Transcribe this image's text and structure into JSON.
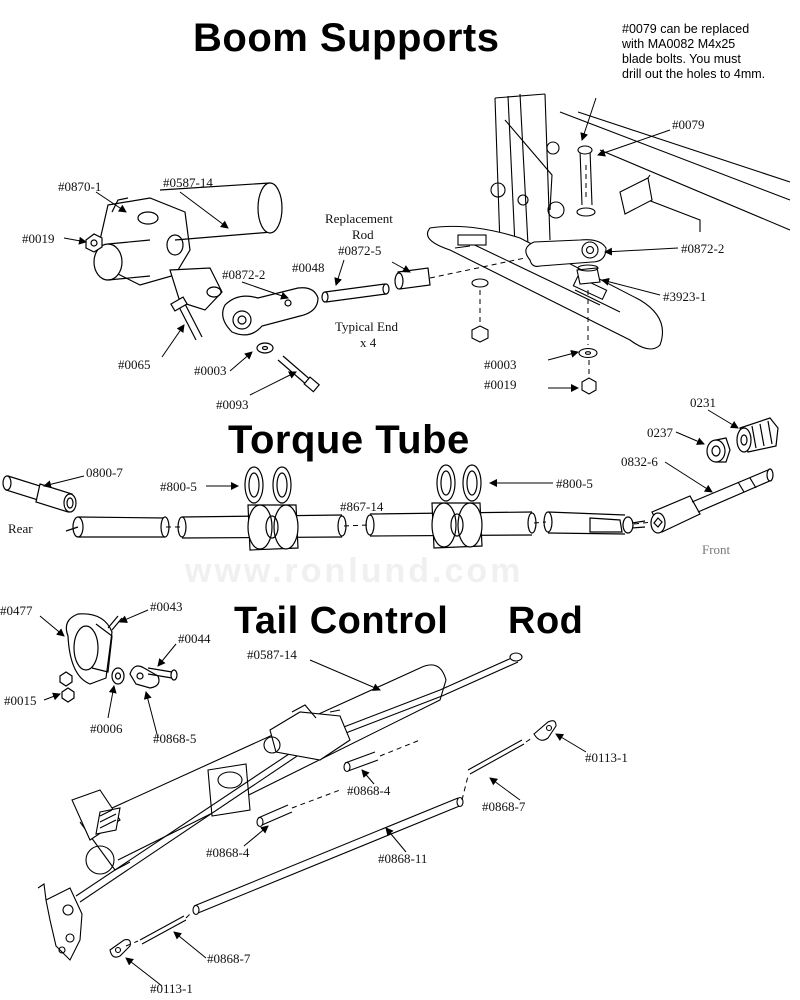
{
  "sections": {
    "boom_supports": "Boom Supports",
    "torque_tube": "Torque Tube",
    "tail_control": "Tail Control",
    "tail_control_rod": "Rod"
  },
  "note": {
    "line1": "#0079 can be replaced",
    "line2": "with MA0082 M4x25",
    "line3": "blade bolts. You must",
    "line4": "drill out the holes to 4mm."
  },
  "boom_labels": {
    "p0870_1": "#0870-1",
    "p0587_14a": "#0587-14",
    "p0019a": "#0019",
    "replacement1": "Replacement",
    "replacement2": "Rod",
    "p0872_5": "#0872-5",
    "p0048": "#0048",
    "p0872_2a": "#0872-2",
    "typical1": "Typical End",
    "typical2": "x 4",
    "p0065": "#0065",
    "p0003a": "#0003",
    "p0093": "#0093",
    "p0079": "#0079",
    "p0872_2b": "#0872-2",
    "p3923_1": "#3923-1",
    "p0003b": "#0003",
    "p0019b": "#0019"
  },
  "torque_labels": {
    "p0231": "0231",
    "p0237": "0237",
    "p0832_6": "0832-6",
    "p0800_7": "0800-7",
    "p800_5a": "#800-5",
    "p800_5b": "#800-5",
    "p867_14": "#867-14",
    "rear": "Rear",
    "front": "Front"
  },
  "watermark": "www.ronlund.com",
  "tail_labels": {
    "p0477": "#0477",
    "p0043": "#0043",
    "p0044": "#0044",
    "p0015": "#0015",
    "p0006": "#0006",
    "p0868_5": "#0868-5",
    "p0587_14b": "#0587-14",
    "p0113_1a": "#0113-1",
    "p0868_4a": "#0868-4",
    "p0868_7a": "#0868-7",
    "p0868_4b": "#0868-4",
    "p0868_11": "#0868-11",
    "p0868_7b": "#0868-7",
    "p0113_1b": "#0113-1"
  }
}
